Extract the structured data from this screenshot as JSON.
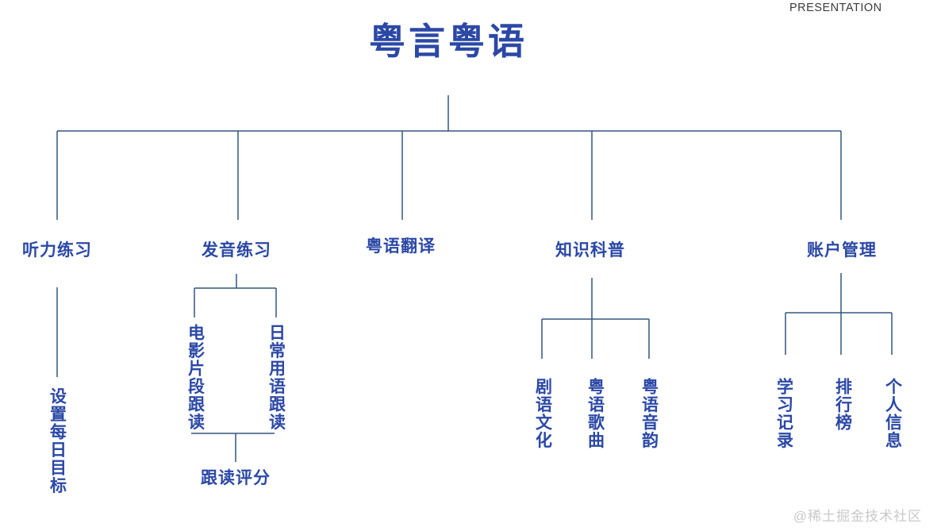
{
  "header": {
    "presentation_label": "PRESENTATION"
  },
  "footer": {
    "watermark": "@稀土掘金技术社区"
  },
  "colors": {
    "background": "#FFFFFF",
    "node_text": "#2B48A6",
    "line": "#33567E",
    "presentation_text": "#3B3B3B",
    "watermark_text": "#C9C9C9"
  },
  "mindmap": {
    "title": "粤言粤语",
    "branches": [
      {
        "label": "听力练习",
        "children": [
          {
            "label": "设置每日目标"
          }
        ]
      },
      {
        "label": "发音练习",
        "children": [
          {
            "label": "电影片段跟读"
          },
          {
            "label": "日常用语跟读"
          }
        ],
        "merged_child": {
          "label": "跟读评分"
        }
      },
      {
        "label": "粤语翻译",
        "children": []
      },
      {
        "label": "知识科普",
        "children": [
          {
            "label": "剧语文化"
          },
          {
            "label": "粤语歌曲"
          },
          {
            "label": "粤语音韵"
          }
        ]
      },
      {
        "label": "账户管理",
        "children": [
          {
            "label": "学习记录"
          },
          {
            "label": "排行榜"
          },
          {
            "label": "个人信息"
          }
        ]
      }
    ]
  }
}
